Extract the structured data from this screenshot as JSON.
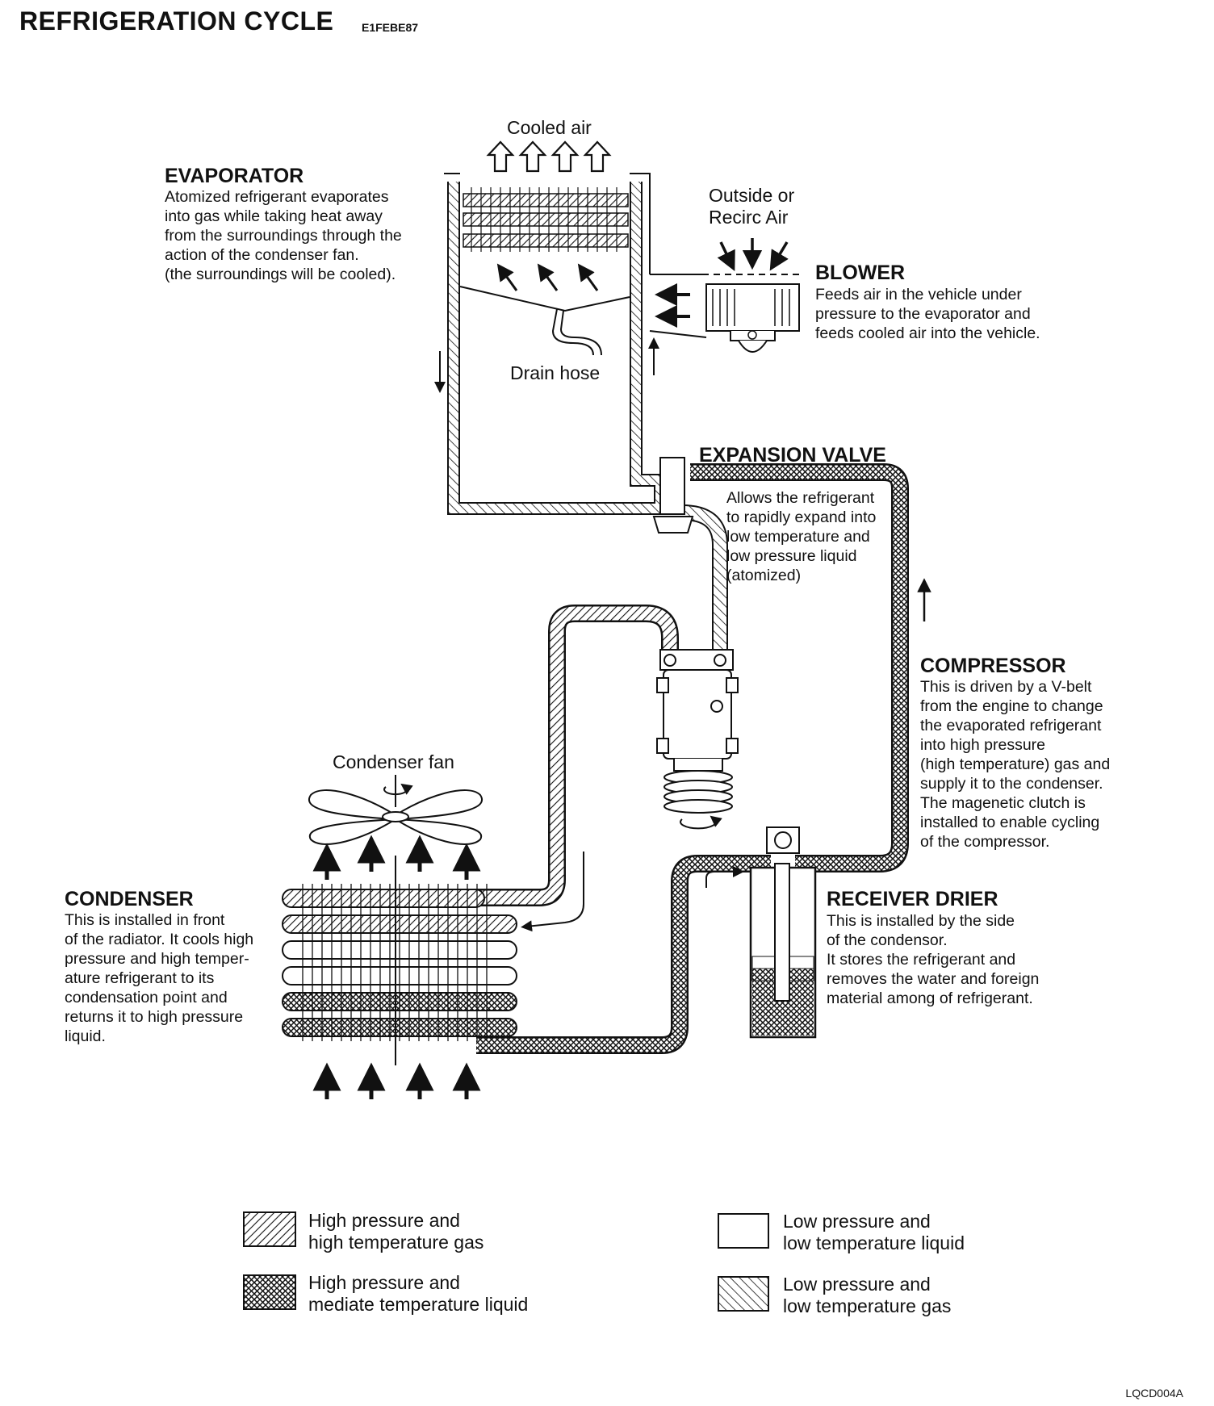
{
  "page": {
    "title": "REFRIGERATION CYCLE",
    "code": "E1FEBE87",
    "figure_code": "LQCD004A"
  },
  "labels": {
    "cooled_air": "Cooled air",
    "outside_air_1": "Outside or",
    "outside_air_2": "Recirc Air",
    "drain_hose": "Drain hose",
    "condenser_fan": "Condenser fan"
  },
  "components": {
    "evaporator": {
      "title": "EVAPORATOR",
      "lines": [
        "Atomized refrigerant evaporates",
        "into gas while taking heat away",
        "from the surroundings through the",
        "action of the condenser fan.",
        "(the surroundings will be cooled)."
      ]
    },
    "blower": {
      "title": "BLOWER",
      "lines": [
        "Feeds air in the vehicle under",
        "pressure to the evaporator and",
        "feeds cooled air into the vehicle."
      ]
    },
    "expansion_valve": {
      "title": "EXPANSION VALVE",
      "lines": [
        "Allows the refrigerant",
        "to rapidly expand into",
        "low temperature and",
        "low pressure liquid",
        "(atomized)"
      ]
    },
    "compressor": {
      "title": "COMPRESSOR",
      "lines": [
        "This is driven by a V-belt",
        "from the engine to change",
        "the evaporated refrigerant",
        "into high pressure",
        "(high temperature) gas and",
        "supply it to the condenser.",
        "The magenetic clutch is",
        "installed to enable cycling",
        "of the compressor."
      ]
    },
    "condenser": {
      "title": "CONDENSER",
      "lines": [
        "This is installed in front",
        "of the radiator. It cools high",
        "pressure and high temper-",
        "ature refrigerant to its",
        "condensation point and",
        "returns it to high pressure",
        "liquid."
      ]
    },
    "receiver_drier": {
      "title": "RECEIVER DRIER",
      "lines": [
        "This is installed by the side",
        "of the condensor.",
        "It stores the refrigerant and",
        "removes the water and foreign",
        "material among of refrigerant."
      ]
    }
  },
  "legend": [
    {
      "pattern": "hp-gas",
      "line1": "High pressure and",
      "line2": "high temperature gas"
    },
    {
      "pattern": "lp-liquid",
      "line1": "Low pressure and",
      "line2": "low temperature liquid"
    },
    {
      "pattern": "hp-liquid",
      "line1": "High pressure and",
      "line2": "mediate temperature liquid"
    },
    {
      "pattern": "lp-gas",
      "line1": "Low pressure and",
      "line2": "low temperature gas"
    }
  ]
}
